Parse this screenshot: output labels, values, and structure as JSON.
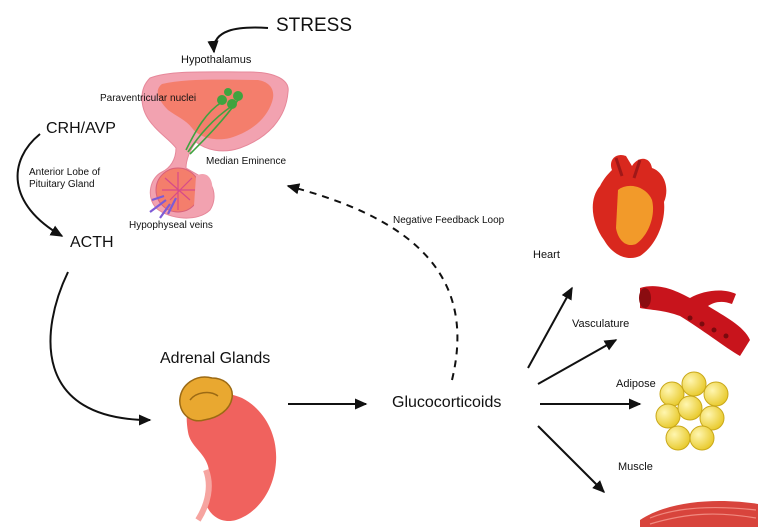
{
  "labels": {
    "stress": "STRESS",
    "hypothalamus": "Hypothalamus",
    "paraventricular": "Paraventricular nuclei",
    "crh_avp": "CRH/AVP",
    "anterior_lobe": "Anterior Lobe of\nPituitary Gland",
    "median_eminence": "Median Eminence",
    "hypophyseal_veins": "Hypophyseal veins",
    "acth": "ACTH",
    "negative_feedback": "Negative Feedback Loop",
    "adrenal_glands": "Adrenal Glands",
    "glucocorticoids": "Glucocorticoids",
    "heart": "Heart",
    "vasculature": "Vasculature",
    "adipose": "Adipose",
    "muscle": "Muscle"
  },
  "colors": {
    "brain_pink": "#f2a2b0",
    "brain_salmon": "#f47e6c",
    "nuclei_green": "#3fa33f",
    "vein_purple": "#7e5bd6",
    "heart_red": "#d9281e",
    "heart_orange": "#f29a2a",
    "vessel_red": "#c8141c",
    "fat_yellow": "#f4e04a",
    "muscle_red": "#d8443c",
    "kidney_red": "#f0625e",
    "adrenal_orange": "#e9a830",
    "arrow": "#111111"
  }
}
